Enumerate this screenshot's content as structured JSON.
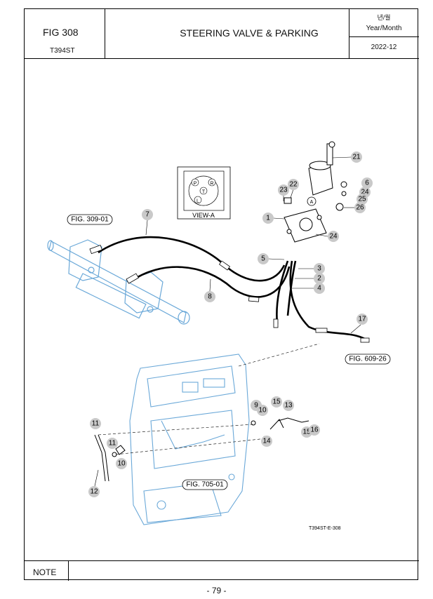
{
  "header": {
    "fig_label": "FIG 308",
    "model": "T394ST",
    "title": "STEERING VALVE & PARKING",
    "year_month_icon": "년/월",
    "year_month_label": "Year/Month",
    "date": "2022-12"
  },
  "diagram": {
    "view_label": "VIEW-A",
    "view_ports": [
      "P",
      "R",
      "T",
      "L"
    ],
    "port_a": "A",
    "drawing_code": "T394ST-E-308",
    "refs": [
      "FIG. 309-01",
      "FIG. 609-26",
      "FIG. 705-01"
    ],
    "callouts": [
      "1",
      "2",
      "3",
      "4",
      "5",
      "6",
      "7",
      "8",
      "9",
      "10",
      "10",
      "11",
      "11",
      "12",
      "13",
      "14",
      "15",
      "15",
      "16",
      "17",
      "21",
      "22",
      "23",
      "24",
      "24",
      "25",
      "26"
    ]
  },
  "footer": {
    "note_label": "NOTE",
    "page_number": "- 79 -"
  },
  "colors": {
    "line": "#000000",
    "outline_blue": "#6aa8d8",
    "callout_fill": "#c9c9c9"
  }
}
